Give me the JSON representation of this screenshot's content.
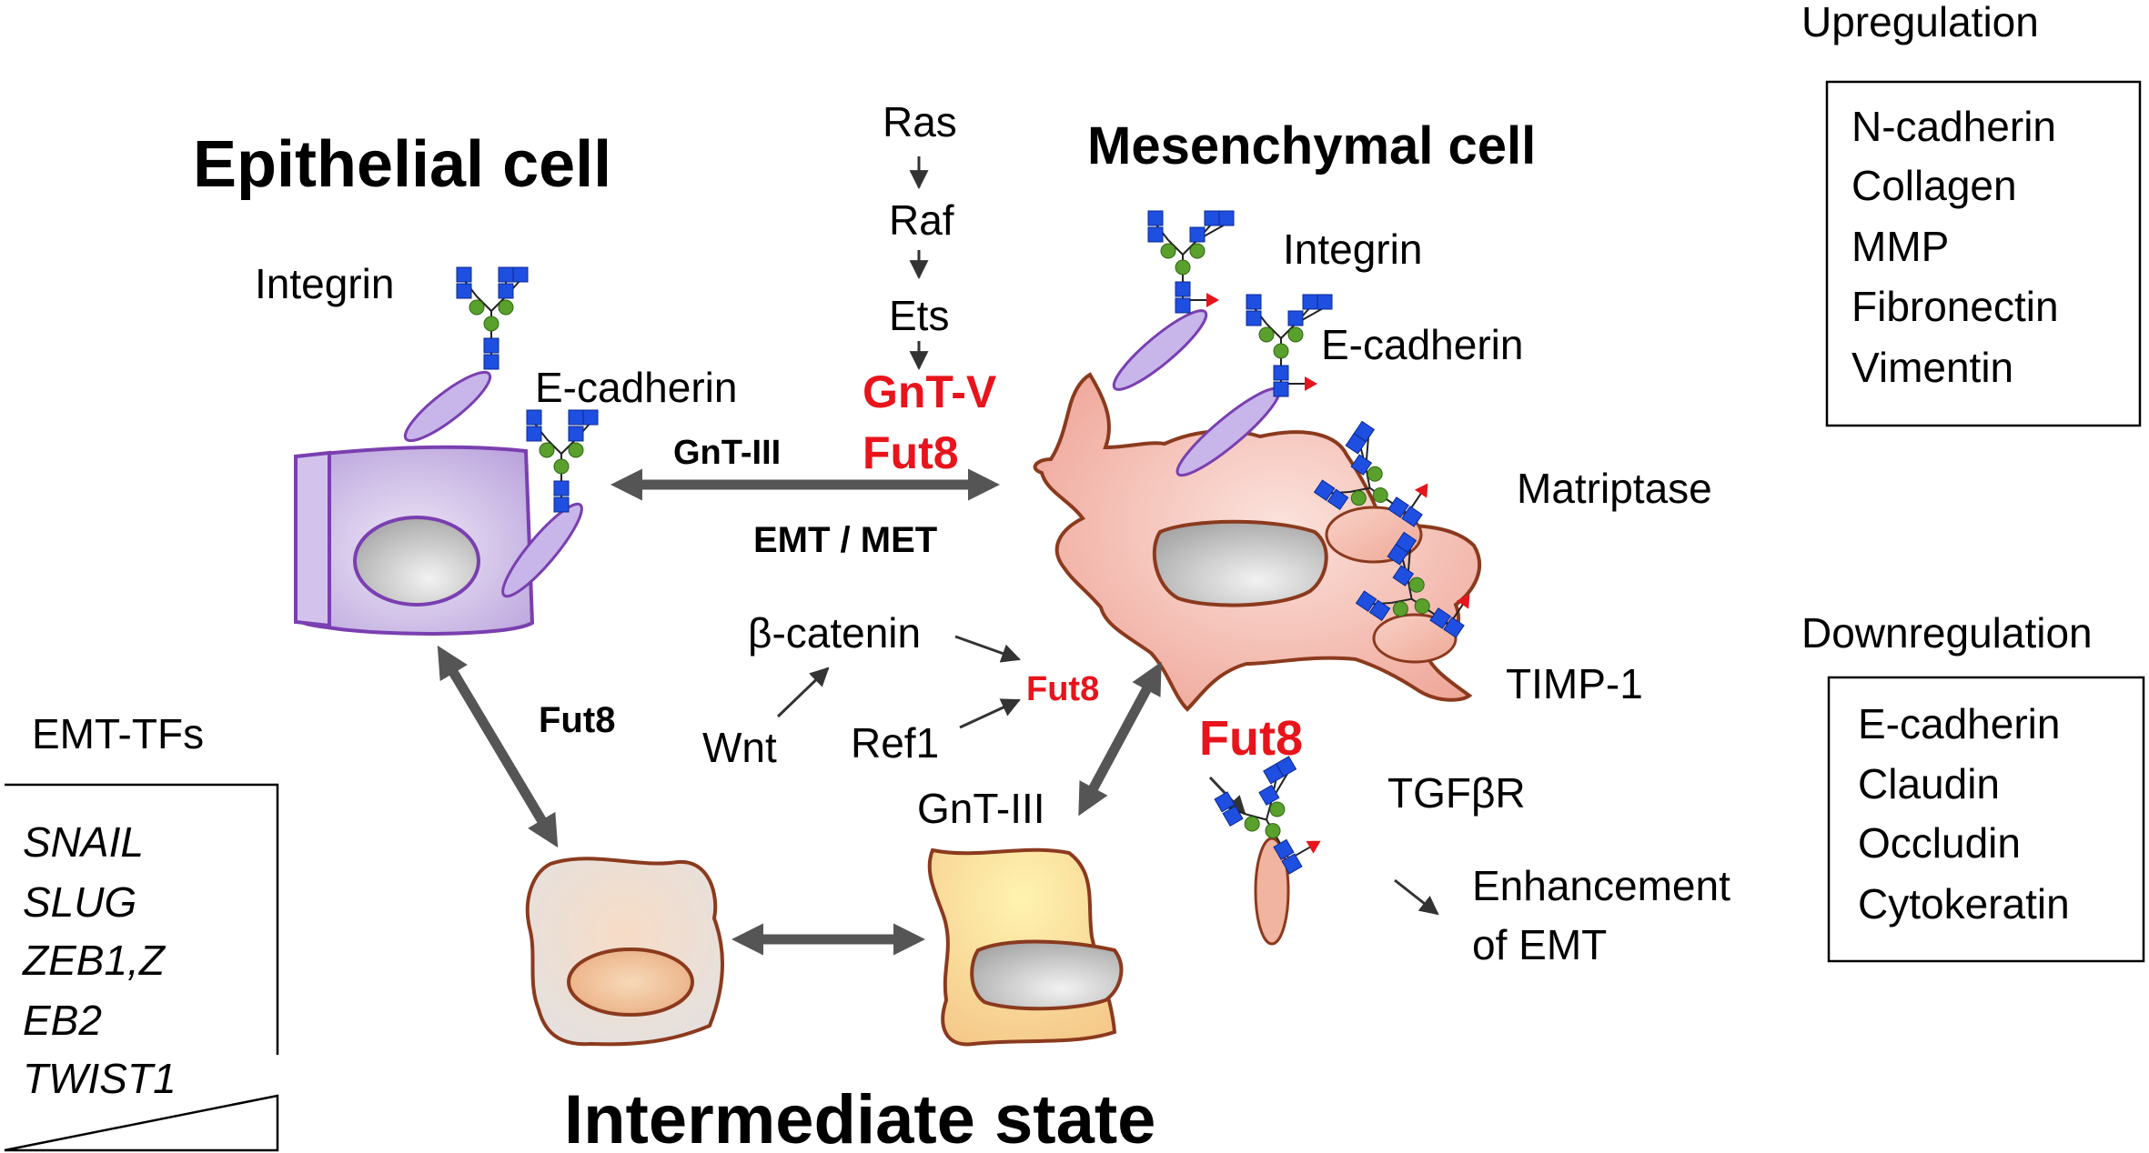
{
  "titles": {
    "epithelial": "Epithelial cell",
    "mesenchymal": "Mesenchymal cell",
    "intermediate": "Intermediate state"
  },
  "pathway": {
    "ras": "Ras",
    "raf": "Raf",
    "ets": "Ets",
    "gntv": "GnT-V",
    "fut8": "Fut8"
  },
  "center": {
    "gnt3": "GnT-III",
    "emt_met": "EMT / MET"
  },
  "epithelial_labels": {
    "integrin": "Integrin",
    "ecadherin": "E-cadherin"
  },
  "mesenchymal_labels": {
    "integrin": "Integrin",
    "ecadherin": "E-cadherin",
    "matriptase": "Matriptase",
    "timp1": "TIMP-1"
  },
  "wnt_block": {
    "beta_catenin": "β-catenin",
    "wnt": "Wnt",
    "ref1": "Ref1",
    "fut8": "Fut8"
  },
  "left_arrow": {
    "fut8": "Fut8"
  },
  "right_arrow": {
    "gnt3": "GnT-III"
  },
  "tgf": {
    "fut8": "Fut8",
    "receptor": "TGFβR",
    "enhancement_line1": "Enhancement",
    "enhancement_line2": "of EMT"
  },
  "emt_tfs": {
    "title": "EMT-TFs",
    "items": [
      "SNAIL",
      "SLUG",
      "ZEB1,Z",
      "EB2",
      "TWIST1"
    ]
  },
  "upregulation": {
    "title": "Upregulation",
    "items": [
      "N-cadherin",
      "Collagen",
      "MMP",
      "Fibronectin",
      "Vimentin"
    ]
  },
  "downregulation": {
    "title": "Downregulation",
    "items": [
      "E-cadherin",
      "Claudin",
      "Occludin",
      "Cytokeratin"
    ]
  },
  "colors": {
    "glcnac": "#1f4fe0",
    "mannose": "#5aa02c",
    "fucose": "#e8141c",
    "epithelial_fill": "#c9b6e6",
    "epithelial_stroke": "#7a3fb0",
    "cell_stroke": "#8b3a1e",
    "mesenchymal_fill": "#f2b3a6",
    "intermediate_fill": "#e8e4e4",
    "intermediate2_fill": "#f7d79a",
    "arrow": "#555555"
  }
}
